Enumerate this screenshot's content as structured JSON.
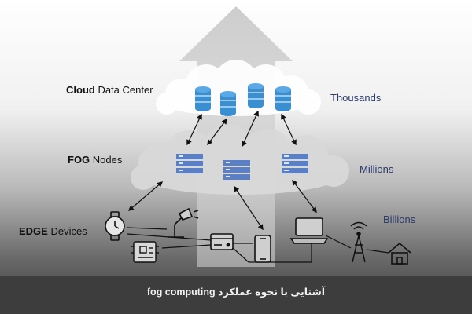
{
  "labels": {
    "cloud": {
      "bold": "Cloud",
      "rest": " Data Center"
    },
    "fog": {
      "bold": "FOG",
      "rest": " Nodes"
    },
    "edge": {
      "bold": "EDGE",
      "rest": " Devices"
    }
  },
  "counts": {
    "cloud": "Thousands",
    "fog": "Millions",
    "edge": "Billions"
  },
  "caption": "آشنایی با نحوه عملکرد fog computing",
  "colors": {
    "count_text": "#2b3a6b",
    "database": "#3a8fd0",
    "server": "#5b7fc4",
    "cloud": "#ffffff",
    "bottom_band": "#3d3d3d"
  },
  "icons": [
    "database-icon",
    "server-icon",
    "smartwatch-icon",
    "desk-lamp-icon",
    "circuit-board-icon",
    "card-reader-icon",
    "smartphone-icon",
    "laptop-icon",
    "cell-tower-icon",
    "home-icon"
  ]
}
